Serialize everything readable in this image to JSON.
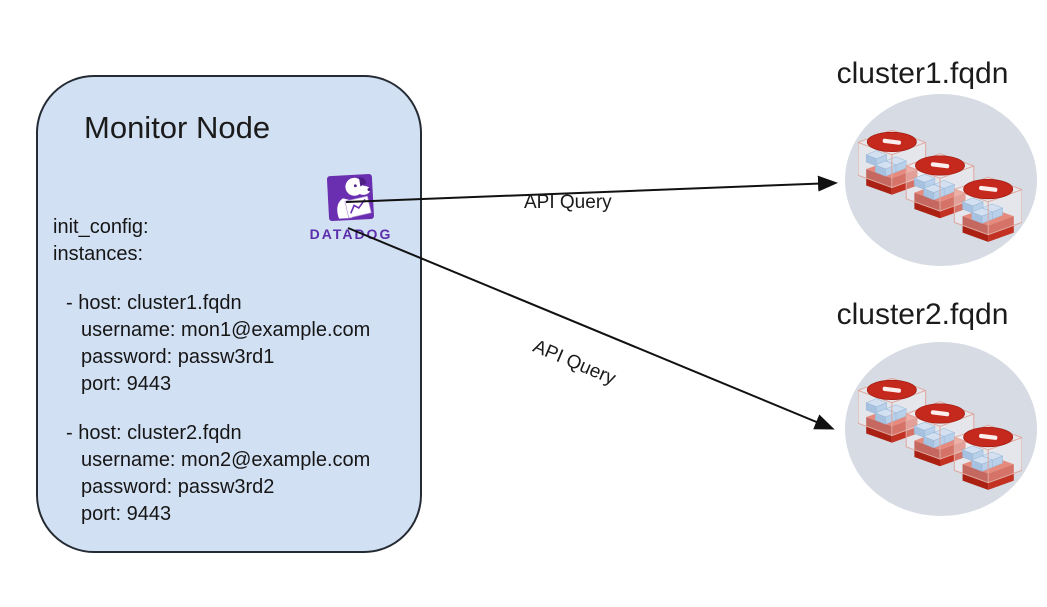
{
  "colors": {
    "box_fill": "#d2e0f3",
    "box_border": "#242b33",
    "cluster_circle_fill": "#d7dbe3",
    "datadog_purple": "#632ca6",
    "node_disc_red": "#c5281c",
    "node_brick_red": "#aa2114",
    "node_block_blue": "#7ea6d3",
    "arrow_color": "#111111"
  },
  "monitor_node": {
    "title": "Monitor Node",
    "init_config_line": "init_config:",
    "instances_line": "instances:",
    "instances": [
      {
        "host_line": "- host: cluster1.fqdn",
        "username_line": "username: mon1@example.com",
        "password_line": "password: passw3rd1",
        "port_line": "port: 9443"
      },
      {
        "host_line": "- host: cluster2.fqdn",
        "username_line": "username: mon2@example.com",
        "password_line": "password: passw3rd2",
        "port_line": "port: 9443"
      }
    ],
    "datadog_wordmark": "DATADOG"
  },
  "arrows": [
    {
      "label": "API Query",
      "from": "datadog-agent",
      "to": "cluster1.fqdn"
    },
    {
      "label": "API Query",
      "from": "datadog-agent",
      "to": "cluster2.fqdn"
    }
  ],
  "clusters": [
    {
      "title": "cluster1.fqdn",
      "icon": "cluster-nodes-icon"
    },
    {
      "title": "cluster2.fqdn",
      "icon": "cluster-nodes-icon"
    }
  ]
}
